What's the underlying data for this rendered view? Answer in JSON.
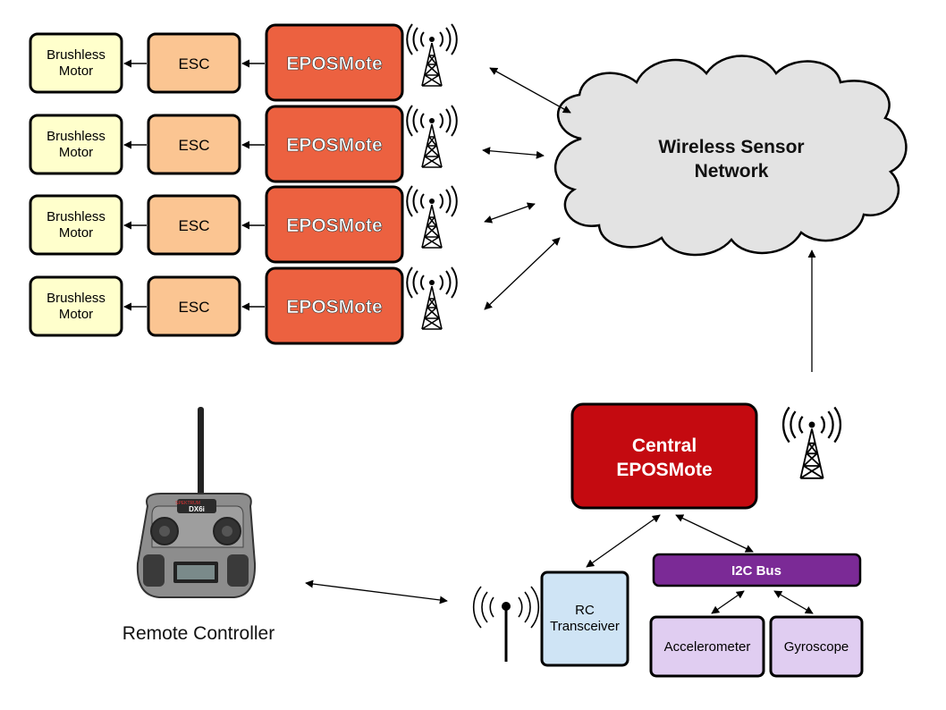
{
  "rows": [
    {
      "motor_line1": "Brushless",
      "motor_line2": "Motor",
      "esc": "ESC",
      "mote": "EPOSMote"
    },
    {
      "motor_line1": "Brushless",
      "motor_line2": "Motor",
      "esc": "ESC",
      "mote": "EPOSMote"
    },
    {
      "motor_line1": "Brushless",
      "motor_line2": "Motor",
      "esc": "ESC",
      "mote": "EPOSMote"
    },
    {
      "motor_line1": "Brushless",
      "motor_line2": "Motor",
      "esc": "ESC",
      "mote": "EPOSMote"
    }
  ],
  "cloud": {
    "line1": "Wireless Sensor",
    "line2": "Network"
  },
  "central": {
    "line1": "Central",
    "line2": "EPOSMote"
  },
  "i2c": "I2C Bus",
  "rc": {
    "line1": "RC",
    "line2": "Transceiver"
  },
  "sensors": {
    "accel": "Accelerometer",
    "gyro": "Gyroscope"
  },
  "remote": {
    "caption": "Remote Controller",
    "brand": "SPEKTRUM",
    "model": "DX6i"
  },
  "colors": {
    "motor": "#ffffcc",
    "esc": "#fbc592",
    "mote": "#ec6140",
    "central": "#c40a10",
    "i2c": "#7b2a96",
    "rc": "#cfe4f5",
    "sensor": "#e0cdf1",
    "cloud": "#e3e3e3"
  }
}
